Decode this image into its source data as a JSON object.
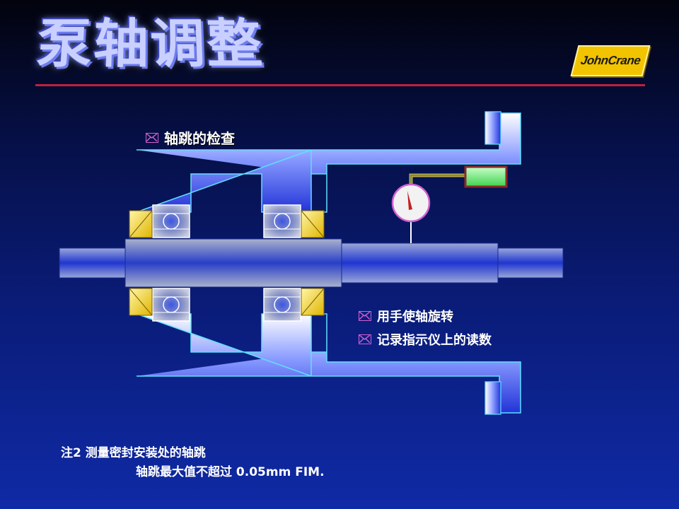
{
  "title": "泵轴调整",
  "logo": {
    "text": "JohnCrane"
  },
  "diagram": {
    "heading": "轴跳的检查",
    "steps": [
      "用手使轴旋转",
      "记录指示仪上的读数"
    ]
  },
  "note": {
    "line1": "注2  测量密封安装处的轴跳",
    "line2": "轴跳最大值不超过 0.05mm FIM."
  },
  "colors": {
    "accent_rule": "#c0213a",
    "logo_bg": "#f2c400",
    "bullet_border": "#d060d0"
  }
}
